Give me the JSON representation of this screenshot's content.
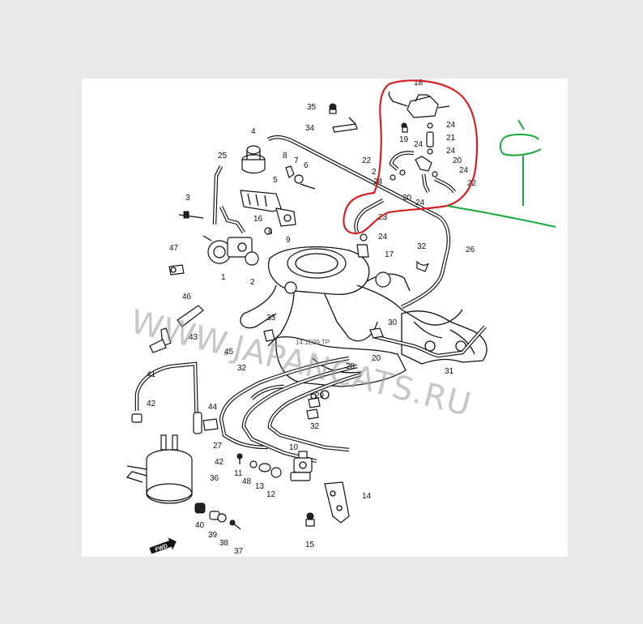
{
  "watermark": "WWW.JAPANCATS.RU",
  "small_mark": "14.1E09 TP",
  "forward_label": "FWD",
  "annotation_colors": {
    "highlight_ring": "#d62020",
    "marker": "#18a83a"
  },
  "part_numbers": {
    "p18": "18",
    "p35": "35",
    "p34": "34",
    "p24a": "24",
    "p19": "19",
    "p21": "21",
    "p24b": "24",
    "p22a": "22",
    "p20a": "20",
    "p24c": "24",
    "p2a": "2",
    "p24d": "24",
    "p22b": "22",
    "p24e": "24",
    "p20b": "20",
    "p24f": "24",
    "p23": "23",
    "p24g": "24",
    "p17": "17",
    "p32a": "32",
    "p26": "26",
    "p4": "4",
    "p8": "8",
    "p7": "7",
    "p6a": "6",
    "p25": "25",
    "p5": "5",
    "p3": "3",
    "p16": "16",
    "p6b": "6",
    "p9": "9",
    "p47": "47",
    "p1": "1",
    "p2b": "2",
    "p46": "46",
    "p33": "33",
    "p43": "43",
    "p30": "30",
    "p45": "45",
    "p32b": "32",
    "p20c": "20",
    "p28": "28",
    "p31": "31",
    "p41": "41",
    "p29": "29",
    "p42a": "42",
    "p44": "44",
    "p32c": "32",
    "p27": "27",
    "p42b": "42",
    "p10": "10",
    "p11": "11",
    "p48": "48",
    "p13": "13",
    "p12": "12",
    "p36": "36",
    "p14": "14",
    "p40": "40",
    "p39": "39",
    "p38": "38",
    "p37": "37",
    "p15": "15"
  }
}
